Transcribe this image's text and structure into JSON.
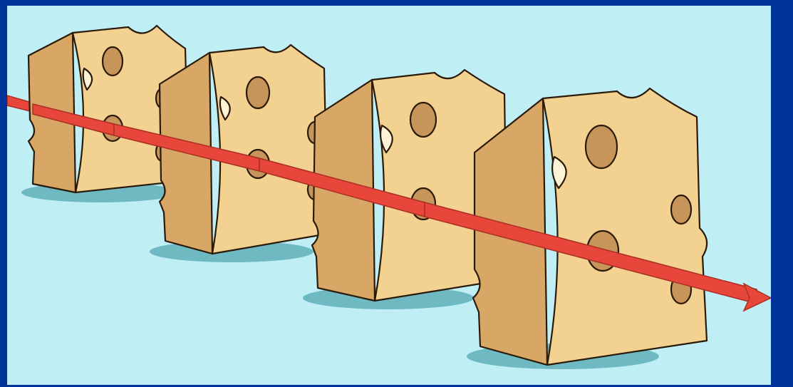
{
  "colors": {
    "frame": "#003399",
    "background": "#bfeff5",
    "cheese_front": "#f2d191",
    "cheese_side": "#d9a765",
    "cheese_hole": "#c7955a",
    "hole_highlight": "#fff3d6",
    "shadow": "#6fb9c2",
    "arrow": "#e8463a",
    "arrow_edge": "#a92f24"
  },
  "slices": [
    {
      "name": "slice-1",
      "holes": 4
    },
    {
      "name": "slice-2",
      "holes": 4
    },
    {
      "name": "slice-3",
      "holes": 3
    },
    {
      "name": "slice-4",
      "holes": 4
    }
  ],
  "arrow": {
    "passes_through_all_slices": true,
    "direction": "right"
  }
}
